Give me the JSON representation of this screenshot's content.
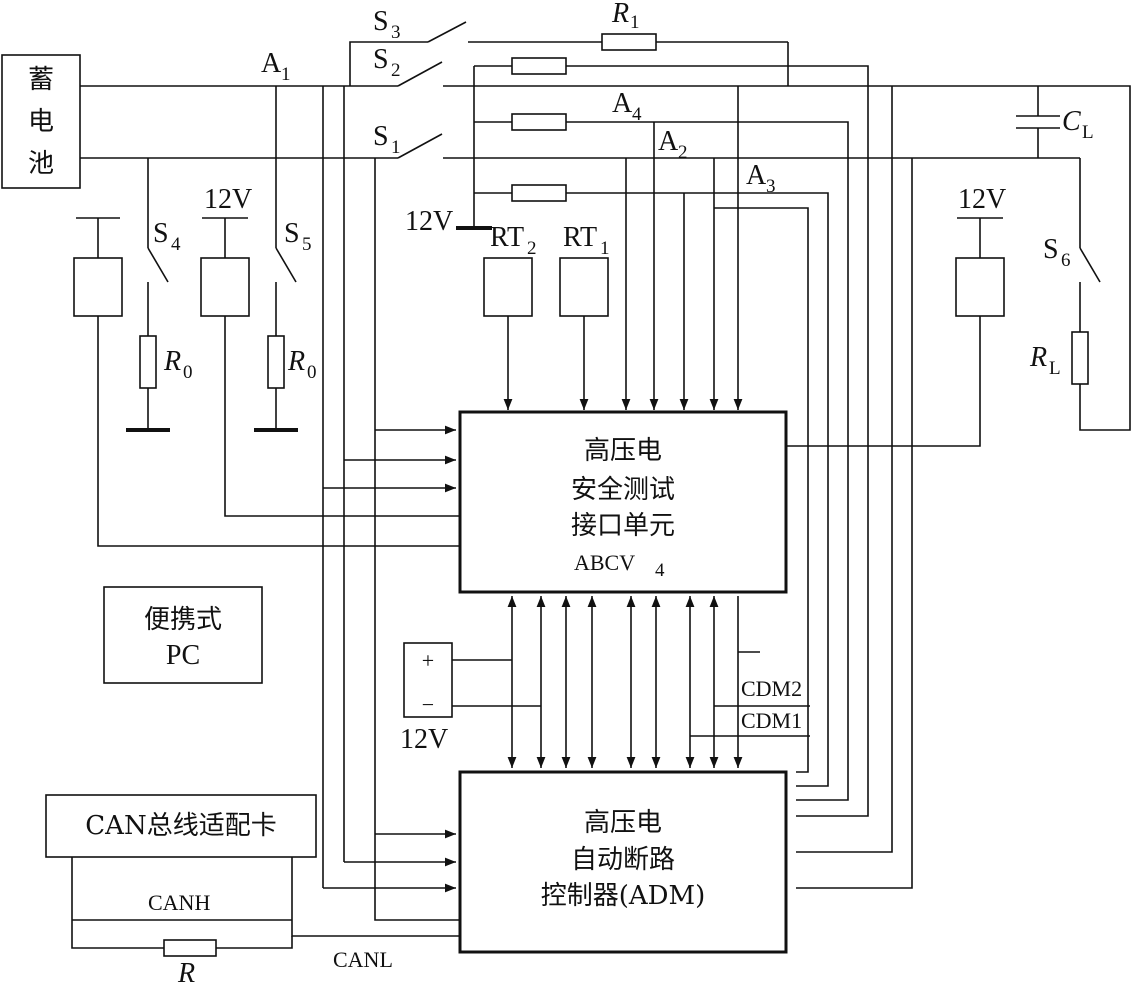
{
  "battery": [
    "蓄",
    "电",
    "池"
  ],
  "switches": {
    "s1": "S",
    "s2": "S",
    "s3": "S",
    "s4": "S",
    "s5": "S",
    "s6": "S"
  },
  "switch_subs": {
    "s1": "1",
    "s2": "2",
    "s3": "3",
    "s4": "4",
    "s5": "5",
    "s6": "6"
  },
  "nodes": {
    "a1": "A",
    "a2": "A",
    "a3": "A",
    "a4": "A"
  },
  "node_subs": {
    "a1": "1",
    "a2": "2",
    "a3": "3",
    "a4": "4"
  },
  "resistors": {
    "r": "R",
    "r1_sub": "1",
    "r0": "R",
    "r0_sub": "0",
    "rl": "R",
    "rl_sub": "L",
    "r_bottom": "R"
  },
  "capacitor": {
    "c": "C",
    "c_sub": "L"
  },
  "sensors": {
    "rt": "RT",
    "rt2_sub": "2",
    "rt1_sub": "1"
  },
  "voltages": {
    "v12": "12V",
    "plus": "+",
    "minus": "−"
  },
  "abcv4": {
    "line1": "高压电",
    "line2": "安全测试",
    "line3": "接口单元",
    "line4": "ABCV",
    "line4_sub": "4"
  },
  "adm": {
    "line1": "高压电",
    "line2": "自动断路",
    "line3": "控制器(ADM)"
  },
  "pc": {
    "line1": "便携式",
    "line2": "PC"
  },
  "can": {
    "card": "CAN总线适配卡",
    "canh": "CANH",
    "canl": "CANL"
  },
  "cdm": {
    "cdm1": "CDM1",
    "cdm2": "CDM2"
  }
}
